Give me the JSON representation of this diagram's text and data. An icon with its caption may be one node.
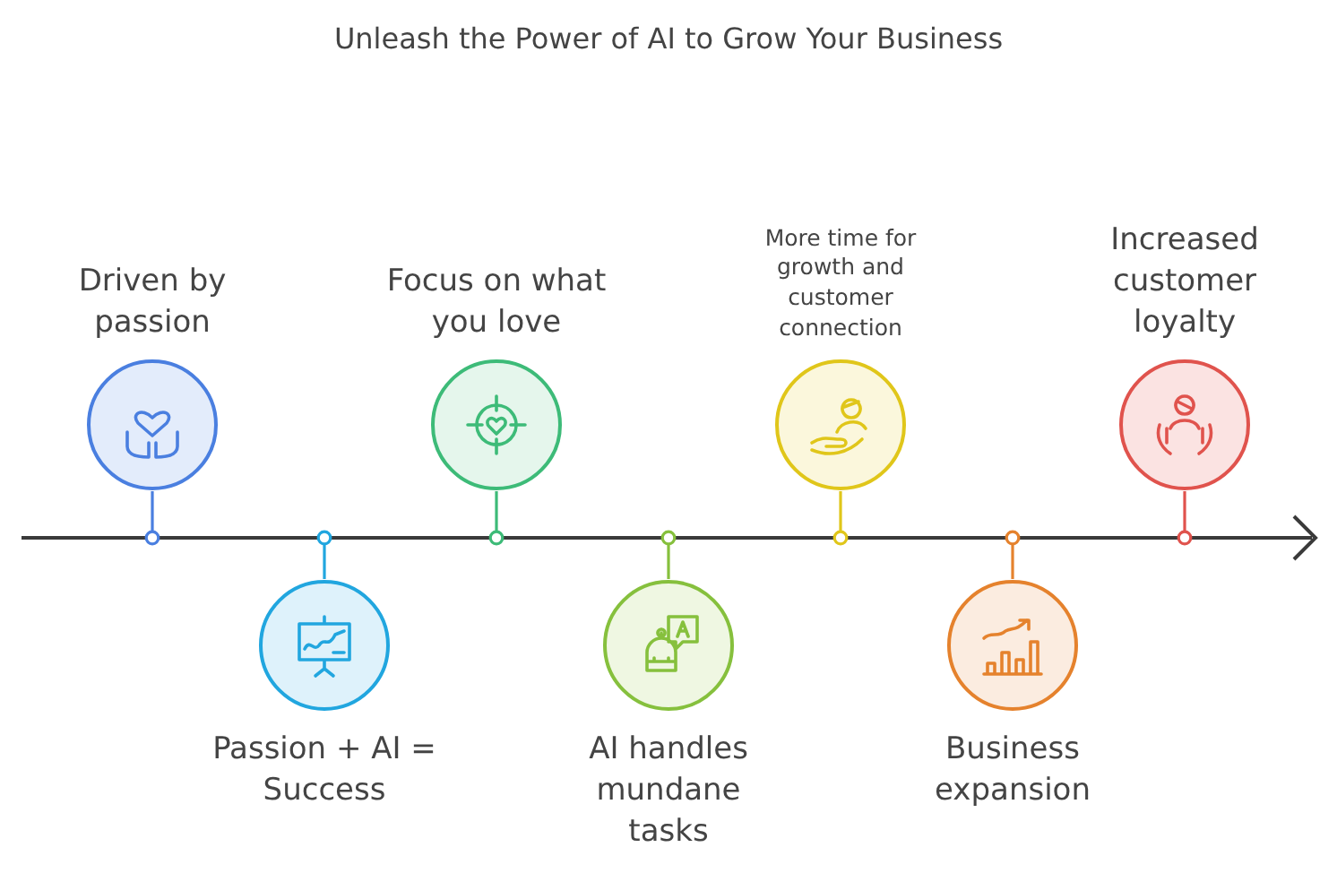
{
  "diagram": {
    "title": "Unleash the Power of AI to Grow Your Business",
    "nodes": [
      {
        "text": [
          "Driven by passion"
        ]
      },
      {
        "text": [
          "Passion + AI = Success"
        ]
      },
      {
        "text": [
          "Focus on what you love"
        ]
      },
      {
        "text": [
          "AI handles mundane tasks"
        ]
      },
      {
        "text": [
          "More time for growth and customer connection"
        ]
      },
      {
        "text": [
          "Business expansion"
        ]
      },
      {
        "text": [
          "Increased customer loyalty"
        ]
      }
    ]
  }
}
